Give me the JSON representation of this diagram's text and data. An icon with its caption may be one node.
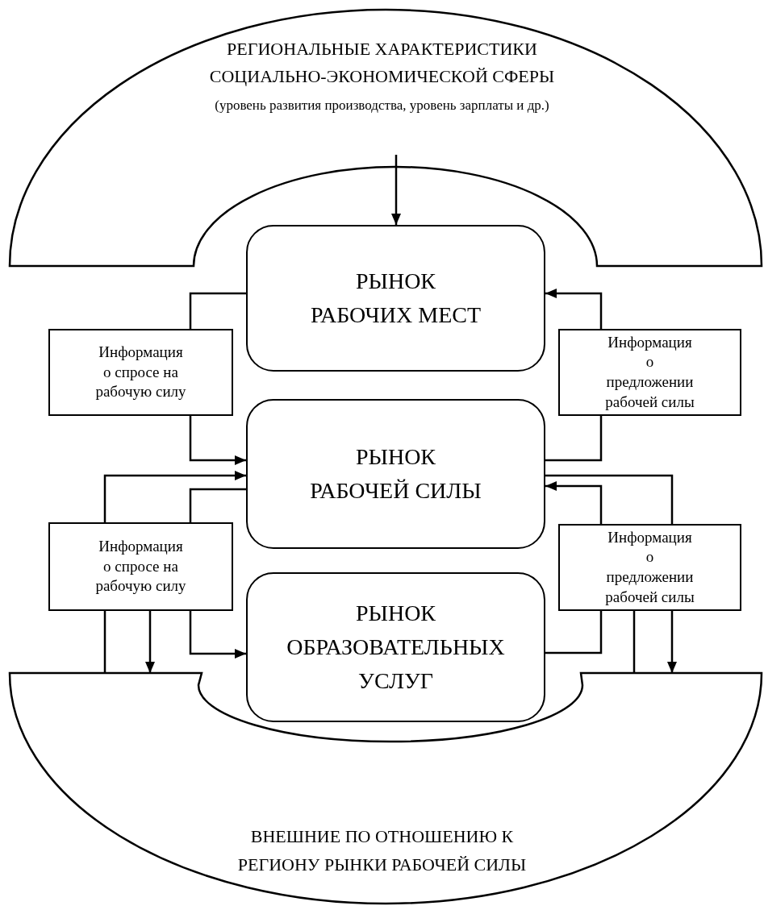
{
  "diagram": {
    "nodes": [
      {
        "text": [
          "РЕГИОНАЛЬНЫЕ ХАРАКТЕРИСТИКИ СОЦИАЛЬНО-ЭКОНОМИЧЕСКОЙ СФЕРЫ",
          "(уровень развития производства, уровень зарплаты и др.)"
        ]
      },
      {
        "text": [
          "РЫНОК РАБОЧИХ МЕСТ"
        ]
      },
      {
        "text": [
          "Информация о спросе на рабочую силу"
        ]
      },
      {
        "text": [
          "Информация о предложении рабочей силы"
        ]
      },
      {
        "text": [
          "РЫНОК РАБОЧЕЙ СИЛЫ"
        ]
      },
      {
        "text": [
          "Информация о спросе на рабочую силу"
        ]
      },
      {
        "text": [
          "Информация о предложении рабочей силы"
        ]
      },
      {
        "text": [
          "РЫНОК ОБРАЗОВАТЕЛЬНЫХ УСЛУГ"
        ]
      },
      {
        "text": [
          "ВНЕШНИЕ ПО ОТНОШЕНИЮ К РЕГИОНУ РЫНКИ РАБОЧЕЙ СИЛЫ"
        ]
      }
    ],
    "edges": [
      {
        "from": 0,
        "to": 1,
        "arrow": "to"
      },
      {
        "from": 1,
        "to": 2,
        "arrow": "none"
      },
      {
        "from": 2,
        "to": 4,
        "arrow": "to"
      },
      {
        "from": 3,
        "to": 1,
        "arrow": "to"
      },
      {
        "from": 4,
        "to": 3,
        "arrow": "none"
      },
      {
        "from": 5,
        "to": 4,
        "arrow": "to"
      },
      {
        "from": 4,
        "to": 5,
        "arrow": "none"
      },
      {
        "from": 5,
        "to": 7,
        "arrow": "to"
      },
      {
        "from": 8,
        "to": 5,
        "arrow": "none"
      },
      {
        "from": 5,
        "to": 8,
        "arrow": "to"
      },
      {
        "from": 6,
        "to": 4,
        "arrow": "to"
      },
      {
        "from": 4,
        "to": 6,
        "arrow": "none"
      },
      {
        "from": 7,
        "to": 6,
        "arrow": "none"
      },
      {
        "from": 8,
        "to": 6,
        "arrow": "none"
      },
      {
        "from": 6,
        "to": 8,
        "arrow": "to"
      }
    ]
  }
}
